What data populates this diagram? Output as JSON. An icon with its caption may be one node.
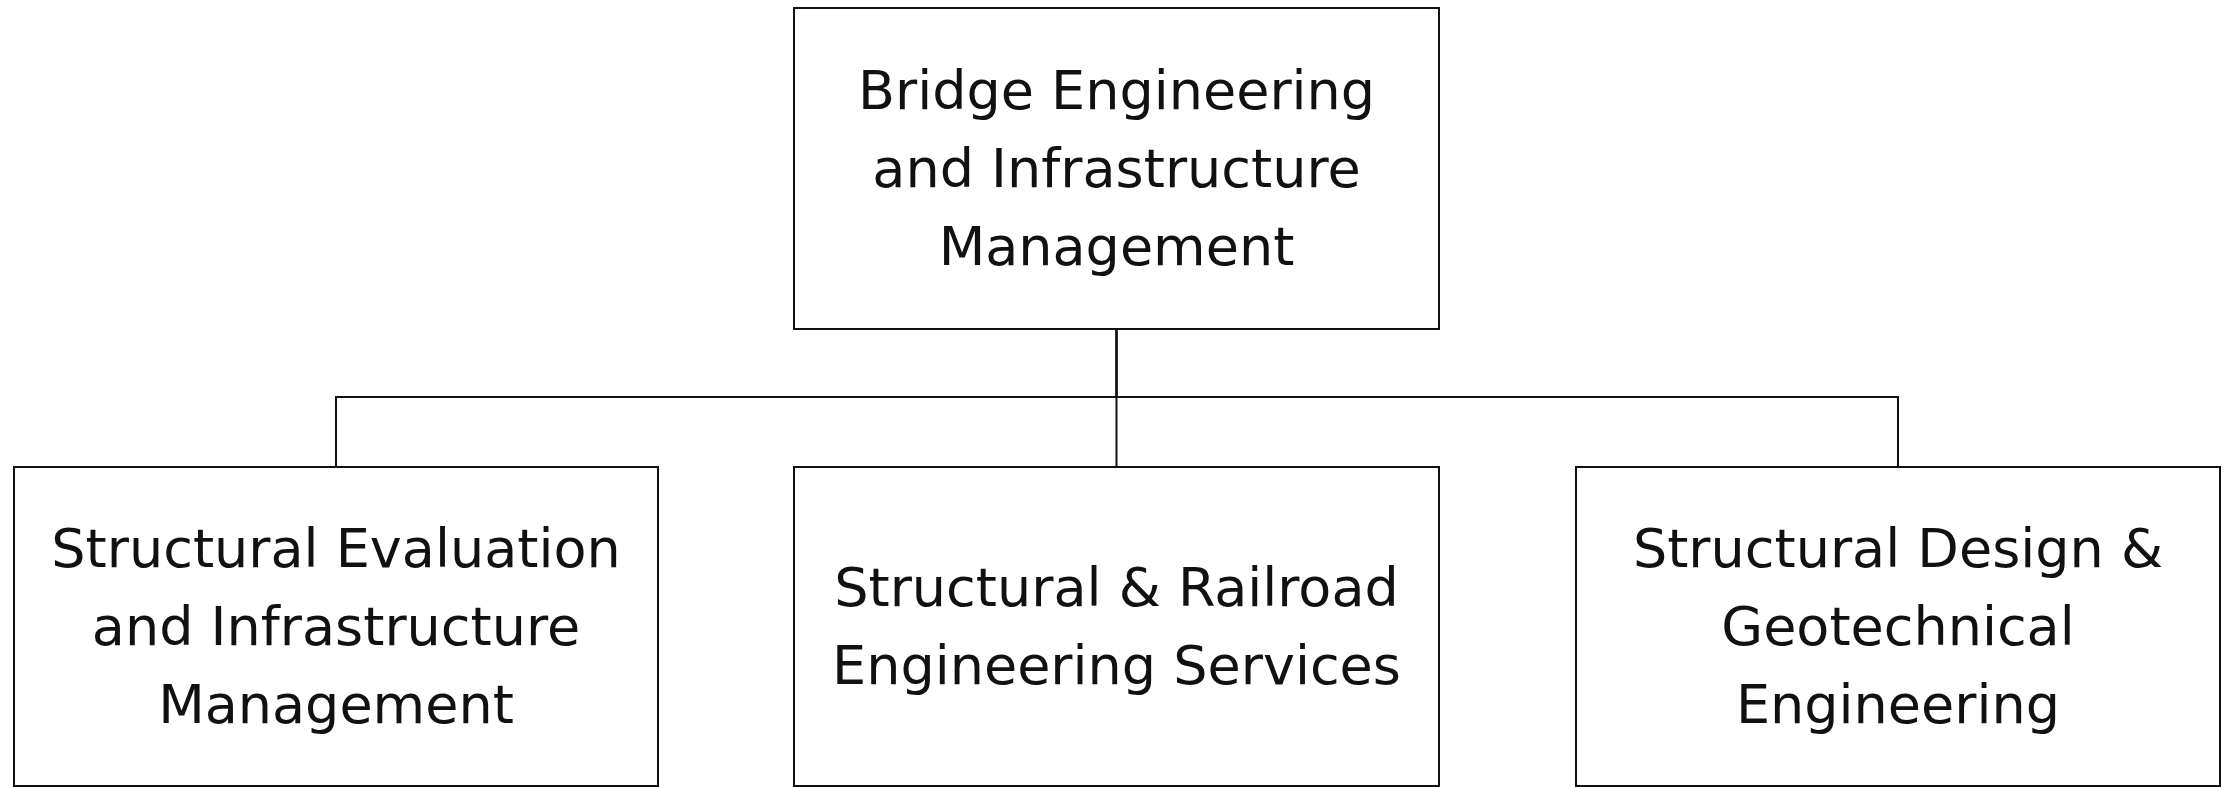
{
  "diagram": {
    "nodes": [
      {
        "text": [
          "Bridge Engineering and Infrastructure Management"
        ]
      },
      {
        "text": [
          "Structural Evaluation and Infrastructure Management"
        ]
      },
      {
        "text": [
          "Structural & Railroad Engineering Services"
        ]
      },
      {
        "text": [
          "Structural Design & Geotechnical Engineering"
        ]
      }
    ],
    "edges": [
      {
        "from": 0,
        "to": 1,
        "arrow": "none"
      },
      {
        "from": 0,
        "to": 2,
        "arrow": "none"
      },
      {
        "from": 0,
        "to": 3,
        "arrow": "none"
      }
    ]
  }
}
